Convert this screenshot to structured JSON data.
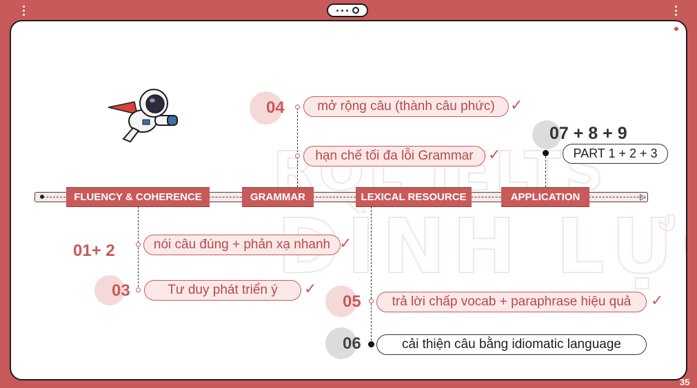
{
  "slide": {
    "page_number": "35"
  },
  "timeline": {
    "stages": [
      {
        "label": "FLUENCY & COHERENCE"
      },
      {
        "label": "GRAMMAR"
      },
      {
        "label": "LEXICAL RESOURCE"
      },
      {
        "label": "APPLICATION"
      }
    ]
  },
  "items": {
    "i01": {
      "num": "01+ 2",
      "text": "nói câu đúng + phản xạ nhanh",
      "check": "✓"
    },
    "i03": {
      "num": "03",
      "text": "Tư duy phát triển ý",
      "check": "✓"
    },
    "i04a": {
      "num": "04",
      "text": "mở rộng câu (thành câu phức)",
      "check": "✓"
    },
    "i04b": {
      "text": "hạn chế tối đa lỗi Grammar",
      "check": "✓"
    },
    "i05": {
      "num": "05",
      "text": "trả lời chấp vocab + paraphrase hiệu quả",
      "check": "✓"
    },
    "i06": {
      "num": "06",
      "text": "cải thiện câu bằng idiomatic language"
    },
    "i07": {
      "num": "07 + 8 + 9",
      "text": "PART 1 + 2 + 3"
    }
  },
  "watermark": {
    "line1": "ROL IELTS",
    "line2": "ĐÌNH LỰC"
  },
  "colors": {
    "accent": "#c85a5a",
    "pill_bg": "#fbe9e9",
    "number_circle": "#f5d9d9"
  },
  "icons": [
    "astronaut-illustration",
    "kebab-icon",
    "pager-pill-icon",
    "check-icon",
    "arrow-right-icon"
  ]
}
